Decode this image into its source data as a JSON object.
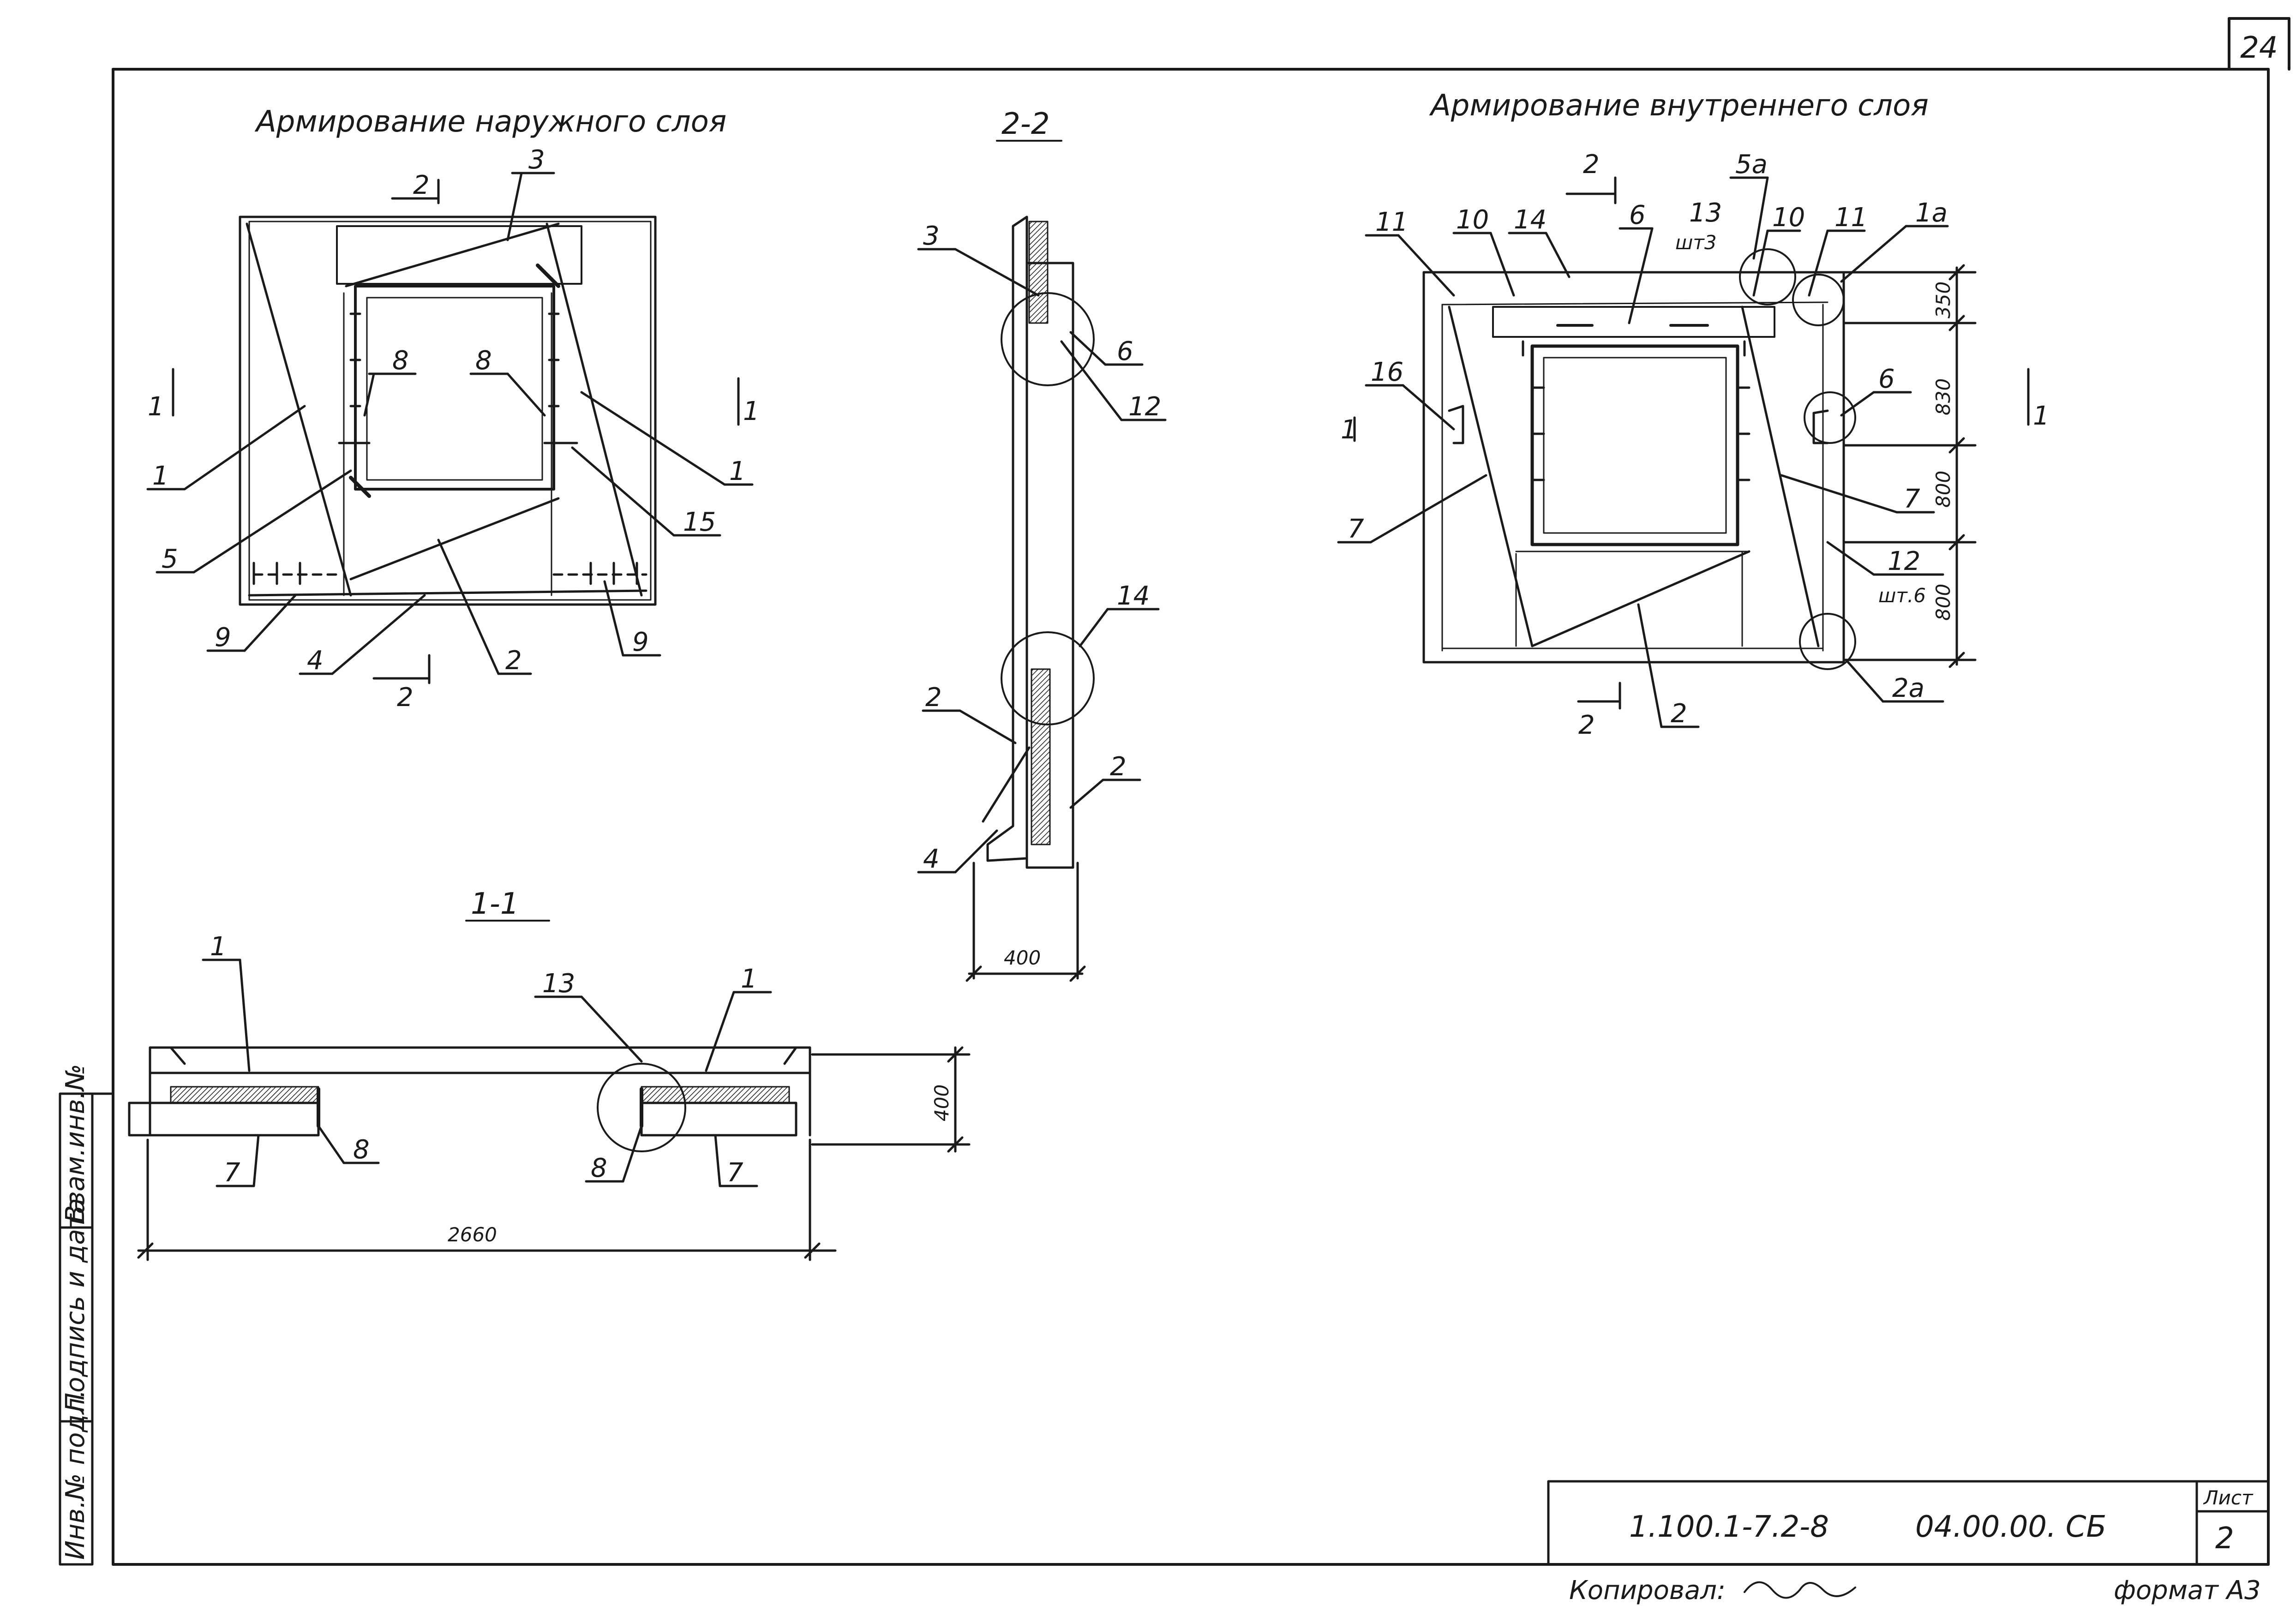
{
  "sheet_corner_number": "24",
  "views": {
    "outer": {
      "title": "Армирование наружного слоя",
      "marks": {
        "section_top": "2",
        "section_bottom": "2",
        "section_left": "1",
        "section_right": "1",
        "m3": "3",
        "m8a": "8",
        "m8b": "8",
        "m1a": "1",
        "m1b": "1",
        "m5": "5",
        "m15": "15",
        "m9a": "9",
        "m9b": "9",
        "m4": "4",
        "m2": "2"
      }
    },
    "section_2_2": {
      "title": "2-2",
      "marks": {
        "m3": "3",
        "m6": "6",
        "m12": "12",
        "m14": "14",
        "m2a": "2",
        "m2b": "2",
        "m4": "4"
      },
      "dim_width": "400"
    },
    "inner": {
      "title": "Армирование внутреннего слоя",
      "marks": {
        "section_top": "2",
        "section_bottom": "2",
        "section_left": "1",
        "section_right": "1",
        "m11a": "11",
        "m10a": "10",
        "m14": "14",
        "m6a": "6",
        "m13": "13",
        "m13qty": "шт3",
        "m5a": "5а",
        "m10b": "10",
        "m11b": "11",
        "m1a": "1а",
        "m16": "16",
        "m6b": "6",
        "m7a": "7",
        "m7b": "7",
        "m12": "12",
        "m12qty": "шт.6",
        "m2": "2",
        "m2a": "2а"
      },
      "dims": [
        "350",
        "830",
        "800",
        "800"
      ]
    },
    "section_1_1": {
      "title": "1-1",
      "marks": {
        "m1a": "1",
        "m1b": "1",
        "m13": "13",
        "m7a": "7",
        "m7b": "7",
        "m8a": "8",
        "m8b": "8"
      },
      "dim_length": "2660",
      "dim_height": "400"
    }
  },
  "side_stamp": {
    "cells": [
      "Инв.№ подл.",
      "Подпись и дата",
      "Взам.инв.№"
    ]
  },
  "title_block": {
    "code": "1.100.1-7.2-8",
    "doc": "04.00.00. СБ",
    "sheet_label": "Лист",
    "sheet_number": "2"
  },
  "footer": {
    "copied": "Копировал:",
    "format": "формат А3"
  }
}
